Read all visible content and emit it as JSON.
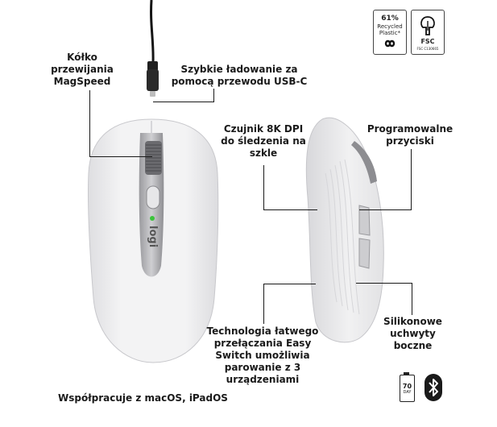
{
  "labels": {
    "scroll_wheel": "Kółko\nprzewijania\nMagSpeed",
    "fast_charging": "Szybkie ładowanie za\npomocą przewodu USB-C",
    "sensor": "Czujnik 8K DPI\ndo śledzenia na\nszkle",
    "buttons": "Programowalne\nprzyciski",
    "easy_switch": "Technologia łatwego\nprzełączania Easy\nSwitch umożliwia\nparowanie z 3\nurządzeniami",
    "grips": "Silikonowe\nuchwyty\nboczne"
  },
  "badges": {
    "recycled_percent": "61%",
    "recycled_text": "Recycled\nPlastic*",
    "fsc_text": "FSC",
    "fsc_code": "FSC C130665",
    "battery_days": "70",
    "battery_unit": "DAY"
  },
  "footer": {
    "compatibility": "Współpracuje z macOS, iPadOS"
  },
  "logo_text": "logi",
  "colors": {
    "mouse_body": "#eeeeef",
    "mouse_shadow": "#cfcfd2",
    "led": "#3cc43c",
    "text": "#1a1a1a"
  }
}
